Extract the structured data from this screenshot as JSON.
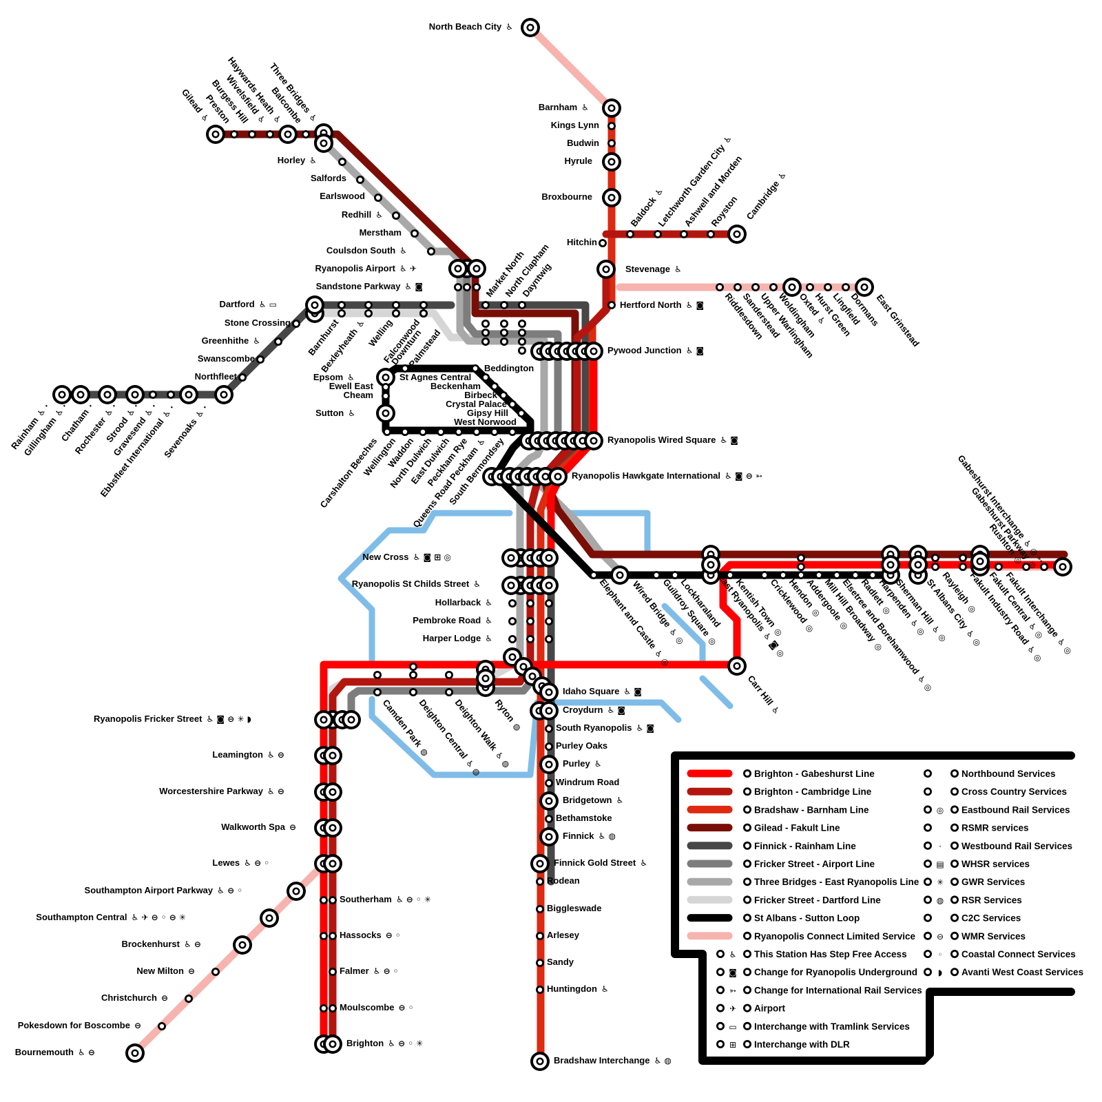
{
  "lines": [
    {
      "key": "gab",
      "name": "Brighton - Gabeshurst Line",
      "color": "#ff0000"
    },
    {
      "key": "cam",
      "name": "Brighton - Cambridge Line",
      "color": "#b3160e"
    },
    {
      "key": "bar",
      "name": "Bradshaw - Barnham Line",
      "color": "#dd2a10"
    },
    {
      "key": "fak",
      "name": "Gilead - Fakult Line",
      "color": "#7a0e07"
    },
    {
      "key": "rai",
      "name": "Finnick - Rainham Line",
      "color": "#474747"
    },
    {
      "key": "air",
      "name": "Fricker Street - Airport Line",
      "color": "#7d7d7d"
    },
    {
      "key": "tbe",
      "name": "Three Bridges - East Ryanopolis Line",
      "color": "#a8a8a8"
    },
    {
      "key": "dar",
      "name": "Fricker Street - Dartford Line",
      "color": "#d6d6d6"
    },
    {
      "key": "loop",
      "name": "St Albans - Sutton Loop",
      "color": "#000000"
    },
    {
      "key": "conn",
      "name": "Ryanopolis Connect Limited Service",
      "color": "#f7b3ae"
    },
    {
      "key": "sky",
      "name": "",
      "color": "#7fbde8"
    }
  ],
  "legend": {
    "features": [
      {
        "icon": "wheelchair-icon",
        "glyph": "♿",
        "label": "This Station Has Step Free Access"
      },
      {
        "icon": "underground-icon",
        "glyph": "◙",
        "label": "Change for Ryanopolis Underground"
      },
      {
        "icon": "international-rail-icon",
        "glyph": "➳",
        "label": "Change for International Rail Services"
      },
      {
        "icon": "airport-icon",
        "glyph": "✈",
        "label": "Airport"
      },
      {
        "icon": "tram-icon",
        "glyph": "▭",
        "label": "Interchange with Tramlink Services"
      },
      {
        "icon": "dlr-icon",
        "glyph": "⊞",
        "label": "Interchange with DLR"
      }
    ],
    "operators": [
      {
        "icon": "northbound-icon",
        "glyph": "",
        "label": "Northbound Services"
      },
      {
        "icon": "cross-country-icon",
        "glyph": "",
        "label": "Cross Country Services"
      },
      {
        "icon": "eastbound-icon",
        "glyph": "◎",
        "label": "Eastbound Rail Services"
      },
      {
        "icon": "rsmr-icon",
        "glyph": "",
        "label": "RSMR services"
      },
      {
        "icon": "westbound-icon",
        "glyph": "·",
        "label": "Westbound Rail Services"
      },
      {
        "icon": "whsr-icon",
        "glyph": "▤",
        "label": "WHSR services"
      },
      {
        "icon": "gwr-icon",
        "glyph": "✳",
        "label": "GWR Services"
      },
      {
        "icon": "rsr-icon",
        "glyph": "◍",
        "label": "RSR Services"
      },
      {
        "icon": "c2c-icon",
        "glyph": "",
        "label": "C2C Services"
      },
      {
        "icon": "wmr-icon",
        "glyph": "⊖",
        "label": "WMR Services"
      },
      {
        "icon": "coastal-connect-icon",
        "glyph": "◦",
        "label": "Coastal Connect Services"
      },
      {
        "icon": "avanti-icon",
        "glyph": "◗",
        "label": "Avanti West Coast Services"
      }
    ]
  },
  "stations": [
    {
      "name": "North Beach City",
      "icons": "♿"
    },
    {
      "name": "Barnham",
      "icons": "♿"
    },
    {
      "name": "Kings Lynn",
      "icons": ""
    },
    {
      "name": "Budwin",
      "icons": ""
    },
    {
      "name": "Hyrule",
      "icons": ""
    },
    {
      "name": "Broxbourne",
      "icons": ""
    },
    {
      "name": "Hitchin",
      "icons": ""
    },
    {
      "name": "Stevenage",
      "icons": "♿"
    },
    {
      "name": "Hertford North",
      "icons": "♿ ◙"
    },
    {
      "name": "Baldock",
      "icons": "♿"
    },
    {
      "name": "Letchworth Garden City",
      "icons": "♿"
    },
    {
      "name": "Ashwell and Morden",
      "icons": ""
    },
    {
      "name": "Royston",
      "icons": ""
    },
    {
      "name": "Cambridge",
      "icons": "♿"
    },
    {
      "name": "Riddlesdown",
      "icons": ""
    },
    {
      "name": "Sanderstead",
      "icons": ""
    },
    {
      "name": "Upper Warlingham",
      "icons": ""
    },
    {
      "name": "Woldingham",
      "icons": ""
    },
    {
      "name": "Oxted",
      "icons": "♿"
    },
    {
      "name": "Hurst Green",
      "icons": ""
    },
    {
      "name": "Lingfield",
      "icons": ""
    },
    {
      "name": "Dormans",
      "icons": ""
    },
    {
      "name": "East Grinstead",
      "icons": ""
    },
    {
      "name": "Gilead",
      "icons": "♿"
    },
    {
      "name": "Preston",
      "icons": ""
    },
    {
      "name": "Burgess Hill",
      "icons": ""
    },
    {
      "name": "Wivelsfield",
      "icons": "♿"
    },
    {
      "name": "Haywards Heath",
      "icons": "♿"
    },
    {
      "name": "Balcombe",
      "icons": ""
    },
    {
      "name": "Three Bridges",
      "icons": "♿"
    },
    {
      "name": "Horley",
      "icons": "♿"
    },
    {
      "name": "Salfords",
      "icons": ""
    },
    {
      "name": "Earlswood",
      "icons": ""
    },
    {
      "name": "Redhill",
      "icons": "♿"
    },
    {
      "name": "Merstham",
      "icons": ""
    },
    {
      "name": "Coulsdon South",
      "icons": "♿"
    },
    {
      "name": "Ryanopolis Airport",
      "icons": "♿ ✈"
    },
    {
      "name": "Sandstone Parkway",
      "icons": "♿ ◙"
    },
    {
      "name": "Dartford",
      "icons": "♿ ▭"
    },
    {
      "name": "Stone Crossing",
      "icons": ""
    },
    {
      "name": "Greenhithe",
      "icons": "♿"
    },
    {
      "name": "Swanscombe",
      "icons": ""
    },
    {
      "name": "Northfleet",
      "icons": ""
    },
    {
      "name": "Rainham",
      "icons": "♿ ·"
    },
    {
      "name": "Gillingham",
      "icons": "♿ ·"
    },
    {
      "name": "Chatham",
      "icons": "·"
    },
    {
      "name": "Rochester",
      "icons": "♿ ·"
    },
    {
      "name": "Strood",
      "icons": "♿ ·"
    },
    {
      "name": "Gravesend",
      "icons": "♿ ·"
    },
    {
      "name": "Ebbsfleet International",
      "icons": "♿ ·"
    },
    {
      "name": "Sevenoaks",
      "icons": "♿ ·"
    },
    {
      "name": "Barnhurst",
      "icons": ""
    },
    {
      "name": "Bexleyheath",
      "icons": "♿"
    },
    {
      "name": "Welling",
      "icons": ""
    },
    {
      "name": "Falconwood",
      "icons": ""
    },
    {
      "name": "Downturn",
      "icons": ""
    },
    {
      "name": "Palmstead",
      "icons": ""
    },
    {
      "name": "Market North",
      "icons": ""
    },
    {
      "name": "North Clapham",
      "icons": ""
    },
    {
      "name": "Dayntwig",
      "icons": ""
    },
    {
      "name": "Pywood Junction",
      "icons": "♿ ◙"
    },
    {
      "name": "Epsom",
      "icons": "♿"
    },
    {
      "name": "Ewell East",
      "icons": ""
    },
    {
      "name": "Cheam",
      "icons": ""
    },
    {
      "name": "Sutton",
      "icons": "♿"
    },
    {
      "name": "St Agnes Central",
      "icons": ""
    },
    {
      "name": "Beddington",
      "icons": ""
    },
    {
      "name": "Beckenham",
      "icons": ""
    },
    {
      "name": "Birbeck",
      "icons": ""
    },
    {
      "name": "Crystal Palace",
      "icons": ""
    },
    {
      "name": "Gipsy Hill",
      "icons": ""
    },
    {
      "name": "West Norwood",
      "icons": ""
    },
    {
      "name": "Carshalton Beeches",
      "icons": ""
    },
    {
      "name": "Wellington",
      "icons": ""
    },
    {
      "name": "Waddon",
      "icons": ""
    },
    {
      "name": "North Dulwich",
      "icons": ""
    },
    {
      "name": "East Dulwich",
      "icons": ""
    },
    {
      "name": "Peckham Rye",
      "icons": ""
    },
    {
      "name": "Queens Road Peckham",
      "icons": "♿"
    },
    {
      "name": "South Bermondsey",
      "icons": ""
    },
    {
      "name": "Ryanopolis Wired Square",
      "icons": "♿ ◙"
    },
    {
      "name": "Ryanopolis Hawkgate International",
      "icons": "♿ ◙ ⊖ ➳"
    },
    {
      "name": "New Cross",
      "icons": "♿ ◙ ⊞ ◎"
    },
    {
      "name": "Ryanopolis St Childs Street",
      "icons": "♿"
    },
    {
      "name": "Hollarback",
      "icons": "♿"
    },
    {
      "name": "Pembroke Road",
      "icons": "♿"
    },
    {
      "name": "Harper Lodge",
      "icons": "♿"
    },
    {
      "name": "Elephant and Castle",
      "icons": "♿ ◎"
    },
    {
      "name": "Wired Bridge",
      "icons": "♿ ◎"
    },
    {
      "name": "Guildroy Square",
      "icons": "◎"
    },
    {
      "name": "Lockharaland",
      "icons": ""
    },
    {
      "name": "East Ryanopolis",
      "icons": "♿ ◙ ◎"
    },
    {
      "name": "Kentish Town",
      "icons": "◎"
    },
    {
      "name": "Cricklewood",
      "icons": "◎"
    },
    {
      "name": "Hendon",
      "icons": "◎"
    },
    {
      "name": "Addergoole",
      "icons": "◎"
    },
    {
      "name": "Mill Hill Broadway",
      "icons": "◎"
    },
    {
      "name": "Elsetree and Borehamwood",
      "icons": "♿ ◎"
    },
    {
      "name": "Radlett",
      "icons": "◎"
    },
    {
      "name": "Harpenden",
      "icons": "♿ ◎"
    },
    {
      "name": "Sherman Hill",
      "icons": "♿ ◎"
    },
    {
      "name": "St Albans City",
      "icons": "♿ ◎"
    },
    {
      "name": "Rayleigh",
      "icons": "◎"
    },
    {
      "name": "Fakult Industry Road",
      "icons": "♿ ◎"
    },
    {
      "name": "Fakult Central",
      "icons": "♿ ◎"
    },
    {
      "name": "Fakult Interchange",
      "icons": "♿ ◎"
    },
    {
      "name": "Gabeshurst Interchange",
      "icons": "♿ ◎ ➳"
    },
    {
      "name": "Gabeshurst Parkway",
      "icons": "◎"
    },
    {
      "name": "Rushton",
      "icons": "◎"
    },
    {
      "name": "Carr Hill",
      "icons": "♿"
    },
    {
      "name": "Camden Park",
      "icons": "◍"
    },
    {
      "name": "Deighton Central",
      "icons": "♿ ◍"
    },
    {
      "name": "Deighton Walk",
      "icons": "♿ ◍"
    },
    {
      "name": "Ryton",
      "icons": "◍"
    },
    {
      "name": "Idaho Square",
      "icons": "♿ ◙"
    },
    {
      "name": "Croydurn",
      "icons": "♿ ◙"
    },
    {
      "name": "South Ryanopolis",
      "icons": "♿ ◙"
    },
    {
      "name": "Purley Oaks",
      "icons": ""
    },
    {
      "name": "Purley",
      "icons": "♿"
    },
    {
      "name": "Windrum Road",
      "icons": ""
    },
    {
      "name": "Bridgetown",
      "icons": "♿"
    },
    {
      "name": "Bethamstoke",
      "icons": ""
    },
    {
      "name": "Finnick",
      "icons": "♿ ◍"
    },
    {
      "name": "Finnick Gold Street",
      "icons": "♿"
    },
    {
      "name": "Rodean",
      "icons": ""
    },
    {
      "name": "Biggleswade",
      "icons": ""
    },
    {
      "name": "Arlesey",
      "icons": ""
    },
    {
      "name": "Sandy",
      "icons": ""
    },
    {
      "name": "Huntingdon",
      "icons": "♿"
    },
    {
      "name": "Bradshaw Interchange",
      "icons": "♿ ◍"
    },
    {
      "name": "Ryanopolis Fricker Street",
      "icons": "♿ ◙ ⊖ ✳ ◗"
    },
    {
      "name": "Leamington",
      "icons": "♿ ⊖"
    },
    {
      "name": "Worcestershire Parkway",
      "icons": "♿ ⊖"
    },
    {
      "name": "Walkworth Spa",
      "icons": "⊖"
    },
    {
      "name": "Lewes",
      "icons": "♿ ⊖ ◦"
    },
    {
      "name": "Southampton Airport Parkway",
      "icons": "♿ ⊖ ◦"
    },
    {
      "name": "Southampton Central",
      "icons": "♿ ✈ ⊖ ◦ ⊖ ✳"
    },
    {
      "name": "Brockenhurst",
      "icons": "♿ ⊖"
    },
    {
      "name": "New Milton",
      "icons": "⊖"
    },
    {
      "name": "Christchurch",
      "icons": "⊖"
    },
    {
      "name": "Pokesdown for Boscombe",
      "icons": "⊖"
    },
    {
      "name": "Bournemouth",
      "icons": "♿ ⊖"
    },
    {
      "name": "Southerham",
      "icons": "♿ ⊖ ◦ ✳"
    },
    {
      "name": "Hassocks",
      "icons": "⊖ ◦"
    },
    {
      "name": "Falmer",
      "icons": "♿ ⊖ ◦"
    },
    {
      "name": "Moulscombe",
      "icons": "⊖ ◦"
    },
    {
      "name": "Brighton",
      "icons": "♿ ⊖ ◦ ✳"
    }
  ]
}
